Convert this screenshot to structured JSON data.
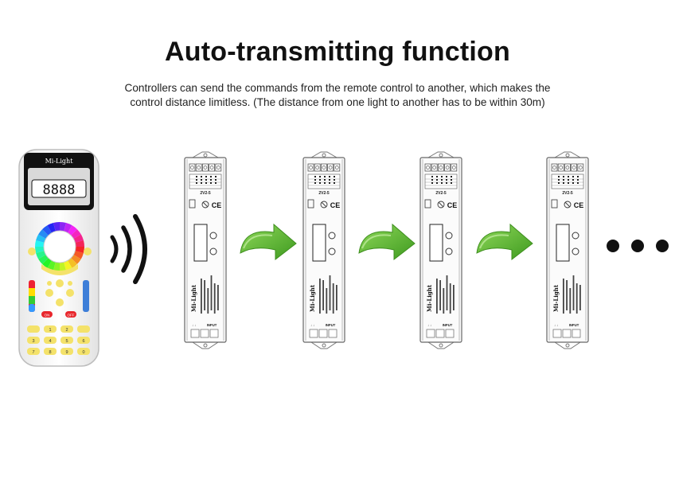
{
  "header": {
    "title": "Auto-transmitting function",
    "description_line1": "Controllers can send the commands from the remote control to another, which makes the",
    "description_line2": "control distance limitless. (The distance from one light to another has to be within 30m)"
  },
  "remote": {
    "brand": "Mi-Light",
    "display_digits": "8888",
    "buttons": {
      "on": "ON",
      "off": "OFF"
    },
    "keypad": [
      "1",
      "2",
      "3",
      "4",
      "5",
      "6",
      "7",
      "8",
      "9",
      "0"
    ]
  },
  "controllers": [
    {
      "id": "controller-1"
    },
    {
      "id": "controller-2"
    },
    {
      "id": "controller-3"
    },
    {
      "id": "controller-4"
    }
  ],
  "controller": {
    "brand": "Mi-Light",
    "model": "2V2-5",
    "ce_mark": "CE",
    "input_label": "INPUT"
  },
  "colors": {
    "arrow": "#5cb82e",
    "arrow_dark": "#3e8f1e",
    "ellipsis": "#111111",
    "wave": "#111111"
  }
}
